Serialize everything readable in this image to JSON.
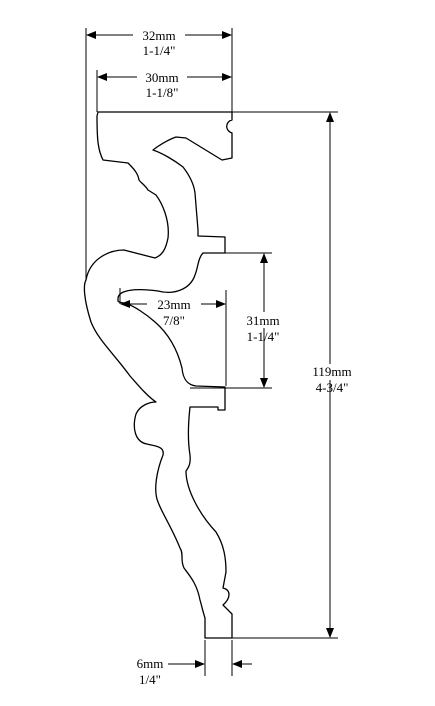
{
  "dimensions": {
    "top_outer": {
      "metric": "32mm",
      "imperial": "1-1/4\""
    },
    "top_inner": {
      "metric": "30mm",
      "imperial": "1-1/8\""
    },
    "inner_width": {
      "metric": "23mm",
      "imperial": "7/8\""
    },
    "inner_height": {
      "metric": "31mm",
      "imperial": "1-1/4\""
    },
    "total_height": {
      "metric": "119mm",
      "imperial": "4-3/4\""
    },
    "bottom": {
      "metric": "6mm",
      "imperial": "1/4\""
    }
  }
}
